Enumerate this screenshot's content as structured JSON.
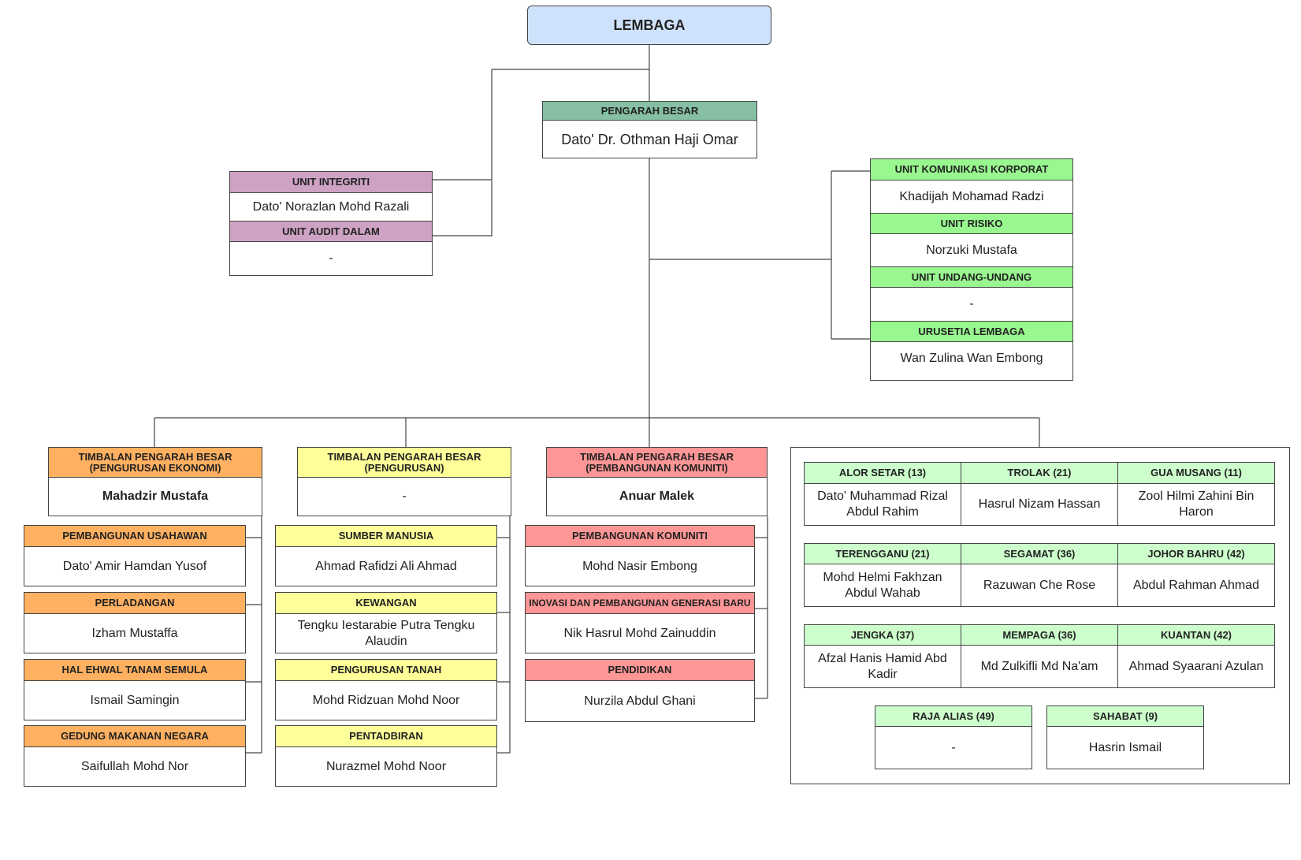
{
  "root": {
    "label": "LEMBAGA"
  },
  "director": {
    "header": "PENGARAH BESAR",
    "name": "Dato' Dr. Othman Haji Omar"
  },
  "left_units": [
    {
      "header": "UNIT INTEGRITI",
      "name": "Dato' Norazlan Mohd Razali"
    },
    {
      "header": "UNIT AUDIT DALAM",
      "name": "-"
    }
  ],
  "right_units": [
    {
      "header": "UNIT KOMUNIKASI KORPORAT",
      "name": "Khadijah Mohamad Radzi"
    },
    {
      "header": "UNIT RISIKO",
      "name": "Norzuki Mustafa"
    },
    {
      "header": "UNIT UNDANG-UNDANG",
      "name": "-"
    },
    {
      "header": "URUSETIA LEMBAGA",
      "name": "Wan Zulina Wan Embong"
    }
  ],
  "deputies": [
    {
      "header_line1": "TIMBALAN PENGARAH BESAR",
      "header_line2": "(PENGURUSAN EKONOMI)",
      "name": "Mahadzir Mustafa",
      "units": [
        {
          "header": "PEMBANGUNAN USAHAWAN",
          "name": "Dato' Amir Hamdan Yusof"
        },
        {
          "header": "PERLADANGAN",
          "name": "Izham Mustaffa"
        },
        {
          "header": "HAL EHWAL TANAM SEMULA",
          "name": "Ismail Samingin"
        },
        {
          "header": "GEDUNG MAKANAN NEGARA",
          "name": "Saifullah Mohd Nor"
        }
      ]
    },
    {
      "header_line1": "TIMBALAN PENGARAH BESAR",
      "header_line2": "(PENGURUSAN)",
      "name": "-",
      "units": [
        {
          "header": "SUMBER MANUSIA",
          "name": "Ahmad Rafidzi Ali Ahmad"
        },
        {
          "header": "KEWANGAN",
          "name": "Tengku Iestarabie Putra Tengku Alaudin"
        },
        {
          "header": "PENGURUSAN TANAH",
          "name": "Mohd Ridzuan Mohd Noor"
        },
        {
          "header": "PENTADBIRAN",
          "name": "Nurazmel Mohd Noor"
        }
      ]
    },
    {
      "header_line1": "TIMBALAN PENGARAH BESAR",
      "header_line2": "(PEMBANGUNAN KOMUNITI)",
      "name": "Anuar Malek",
      "units": [
        {
          "header": "PEMBANGUNAN KOMUNITI",
          "name": "Mohd Nasir Embong"
        },
        {
          "header": "INOVASI DAN PEMBANGUNAN GENERASI BARU",
          "name": "Nik Hasrul Mohd Zainuddin"
        },
        {
          "header": "PENDIDIKAN",
          "name": "Nurzila Abdul Ghani"
        }
      ]
    }
  ],
  "regions": [
    {
      "header": "ALOR SETAR (13)",
      "name": "Dato' Muhammad Rizal Abdul Rahim"
    },
    {
      "header": "TROLAK (21)",
      "name": "Hasrul  Nizam Hassan"
    },
    {
      "header": "GUA MUSANG (11)",
      "name": "Zool Hilmi Zahini Bin Haron"
    },
    {
      "header": "TERENGGANU (21)",
      "name": "Mohd Helmi Fakhzan Abdul Wahab"
    },
    {
      "header": "SEGAMAT (36)",
      "name": "Razuwan Che Rose"
    },
    {
      "header": "JOHOR BAHRU (42)",
      "name": "Abdul Rahman Ahmad"
    },
    {
      "header": "JENGKA (37)",
      "name": "Afzal Hanis Hamid Abd Kadir"
    },
    {
      "header": "MEMPAGA (36)",
      "name": "Md Zulkifli Md Na'am"
    },
    {
      "header": "KUANTAN (42)",
      "name": "Ahmad Syaarani Azulan"
    },
    {
      "header": "RAJA ALIAS (49)",
      "name": "-"
    },
    {
      "header": "SAHABAT (9)",
      "name": "Hasrin Ismail"
    }
  ],
  "colors": {
    "root": "#cfe2fb",
    "director": "#86bfa3",
    "left_units": "#cda2c3",
    "right_units": "#99f78f",
    "economy": "#ffb060",
    "management": "#ffff99",
    "community": "#ff9696",
    "regions": "#ccffcc",
    "line": "#444444"
  }
}
